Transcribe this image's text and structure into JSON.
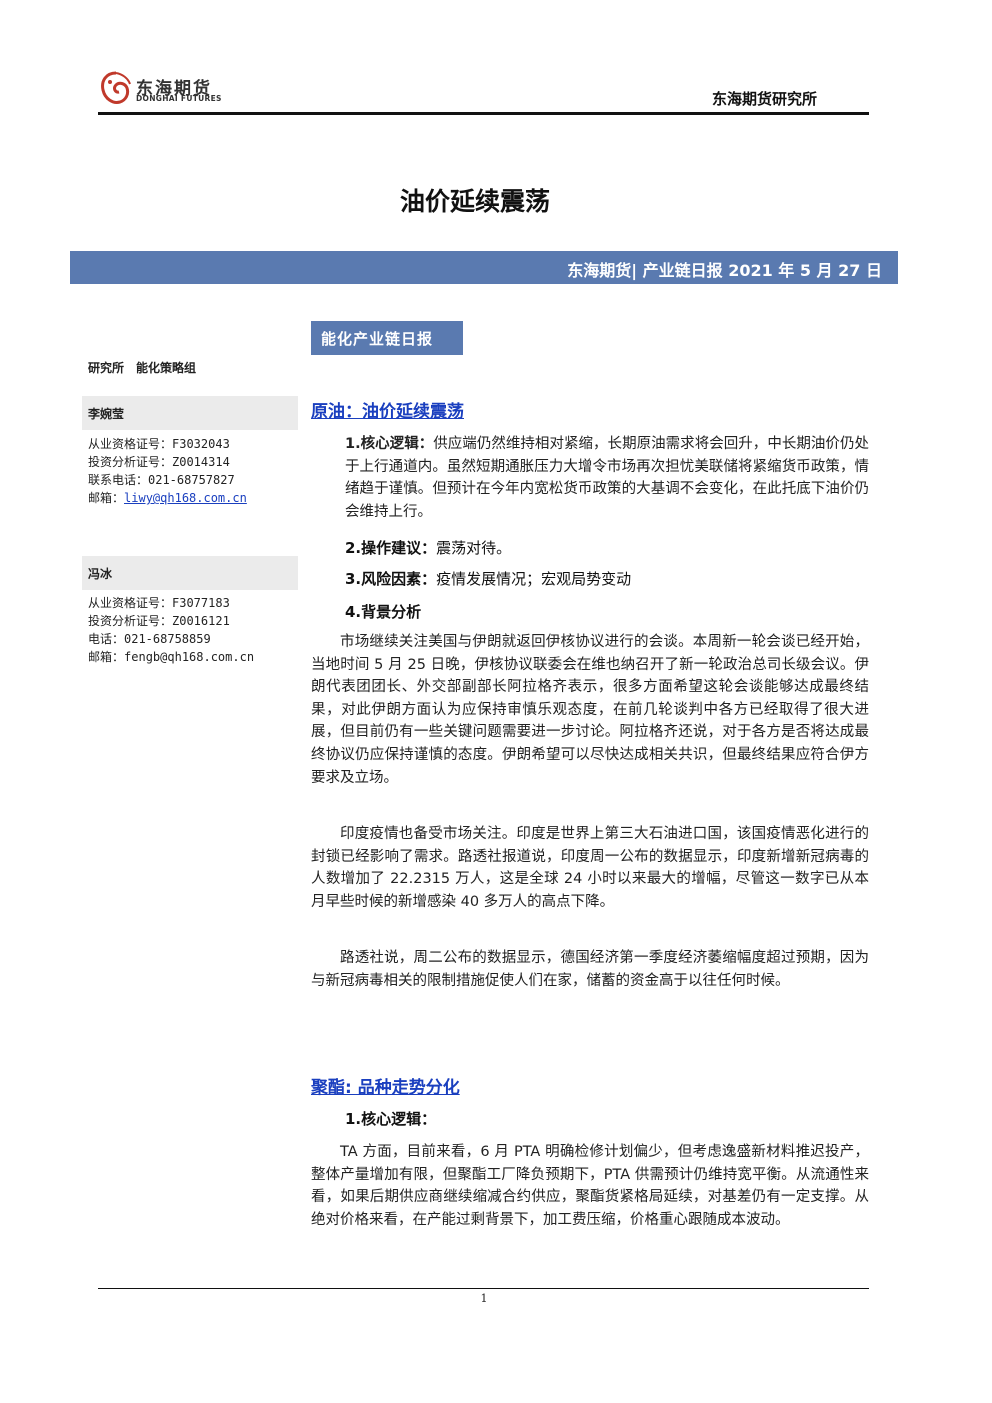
{
  "header": {
    "logo_cn": "东海期货",
    "logo_en": "DONGHAI FUTURES",
    "institute": "东海期货研究所"
  },
  "title": "油价延续震荡",
  "banner": "东海期货| 产业链日报 2021 年 5 月 27 日",
  "section_tag": "能化产业链日报",
  "sidebar": {
    "group": "研究所　能化策略组",
    "authors": [
      {
        "name": "李婉莹",
        "lines": [
          "从业资格证号：F3032043",
          "投资分析证号：Z0014314",
          "联系电话：021-68757827"
        ],
        "email_label": "邮箱：",
        "email": "liwy@qh168.com.cn"
      },
      {
        "name": "冯冰",
        "lines": [
          "从业资格证号：F3077183",
          "投资分析证号：Z0016121",
          "电话：021-68758859"
        ],
        "email_label": "邮箱：",
        "email": "fengb@qh168.com.cn"
      }
    ]
  },
  "crude": {
    "heading": "原油：油价延续震荡",
    "core_label": "1.核心逻辑：",
    "core_text": "供应端仍然维持相对紧缩，长期原油需求将会回升，中长期油价仍处于上行通道内。虽然短期通胀压力大增令市场再次担忧美联储将紧缩货币政策，情绪趋于谨慎。但预计在今年内宽松货币政策的大基调不会变化，在此托底下油价仍会维持上行。",
    "op_label": "2.操作建议：",
    "op_text": "震荡对待。",
    "risk_label": "3.风险因素：",
    "risk_text": "疫情发展情况；宏观局势变动",
    "bg_label": "4.背景分析",
    "bg_p1": "市场继续关注美国与伊朗就返回伊核协议进行的会谈。本周新一轮会谈已经开始，当地时间 5 月 25 日晚，伊核协议联委会在维也纳召开了新一轮政治总司长级会议。伊朗代表团团长、外交部副部长阿拉格齐表示，很多方面希望这轮会谈能够达成最终结果，对此伊朗方面认为应保持审慎乐观态度，在前几轮谈判中各方已经取得了很大进展，但目前仍有一些关键问题需要进一步讨论。阿拉格齐还说，对于各方是否将达成最终协议仍应保持谨慎的态度。伊朗希望可以尽快达成相关共识，但最终结果应符合伊方要求及立场。",
    "bg_p2": "印度疫情也备受市场关注。印度是世界上第三大石油进口国，该国疫情恶化进行的封锁已经影响了需求。路透社报道说，印度周一公布的数据显示，印度新增新冠病毒的人数增加了 22.2315 万人，这是全球 24 小时以来最大的增幅，尽管这一数字已从本月早些时候的新增感染 40 多万人的高点下降。",
    "bg_p3": "路透社说，周二公布的数据显示，德国经济第一季度经济萎缩幅度超过预期，因为与新冠病毒相关的限制措施促使人们在家，储蓄的资金高于以往任何时候。"
  },
  "polyester": {
    "heading": "聚酯: 品种走势分化",
    "core_label": "1.核心逻辑：",
    "p1": "TA 方面，目前来看，6 月 PTA 明确检修计划偏少，但考虑逸盛新材料推迟投产，整体产量增加有限，但聚酯工厂降负预期下，PTA 供需预计仍维持宽平衡。从流通性来看，如果后期供应商继续缩减合约供应，聚酯货紧格局延续，对基差仍有一定支撑。从绝对价格来看，在产能过剩背景下，加工费压缩，价格重心跟随成本波动。"
  },
  "footer": {
    "page": "1"
  },
  "colors": {
    "banner": "#5a7ab0",
    "link": "#1a3fbf",
    "sidebar_bar": "#ebebeb"
  }
}
